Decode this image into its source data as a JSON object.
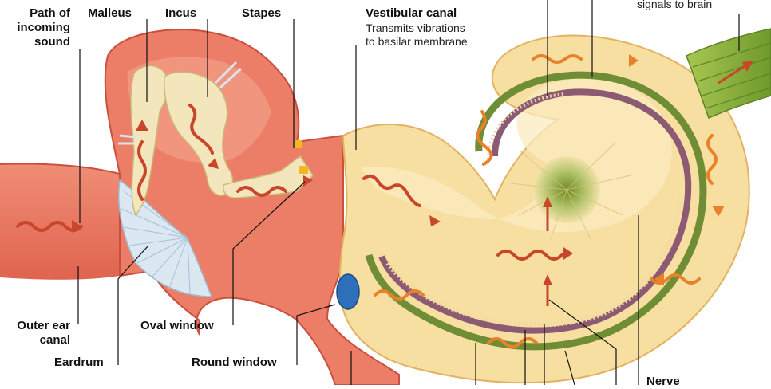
{
  "labels": {
    "path_of_incoming_sound": "Path of\nincoming\nsound",
    "malleus": "Malleus",
    "incus": "Incus",
    "stapes": "Stapes",
    "vestibular_canal_title": "Vestibular canal",
    "vestibular_canal_desc": "Transmits vibrations\nto basilar membrane",
    "signals_to_brain": "signals to brain",
    "outer_ear_canal": "Outer ear\ncanal",
    "eardrum": "Eardrum",
    "oval_window": "Oval window",
    "round_window": "Round window",
    "nerve": "Nerve"
  },
  "colors": {
    "ear_tissue": "#e8735e",
    "ear_tissue_light": "#f29a83",
    "bone": "#f1e2b6",
    "cochlea_fill": "#f6dfa0",
    "cochlea_rim": "#e9b865",
    "membrane_green": "#6e8d34",
    "membrane_purple": "#8d5a73",
    "nerve_green": "#8db23b",
    "wave_red": "#c8462a",
    "wave_orange": "#e8812a",
    "window_blue": "#2d6fb8",
    "eardrum_blue": "#c9dbe9"
  }
}
